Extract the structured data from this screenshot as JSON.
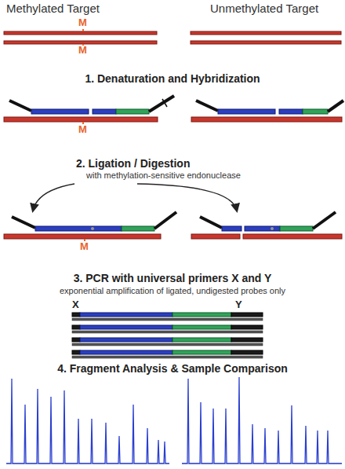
{
  "diagram": {
    "labels": [
      "Methylated Target",
      "Unmethylated Target",
      "M",
      "M",
      "1. Denaturation and Hybridization",
      "M",
      "2. Ligation / Digestion",
      "with methylation-sensitive endonuclease",
      "M",
      "3. PCR with universal primers X and Y",
      "exponential amplification of ligated, undigested probes only",
      "X",
      "Y",
      "4. Fragment Analysis & Sample Comparison"
    ]
  }
}
